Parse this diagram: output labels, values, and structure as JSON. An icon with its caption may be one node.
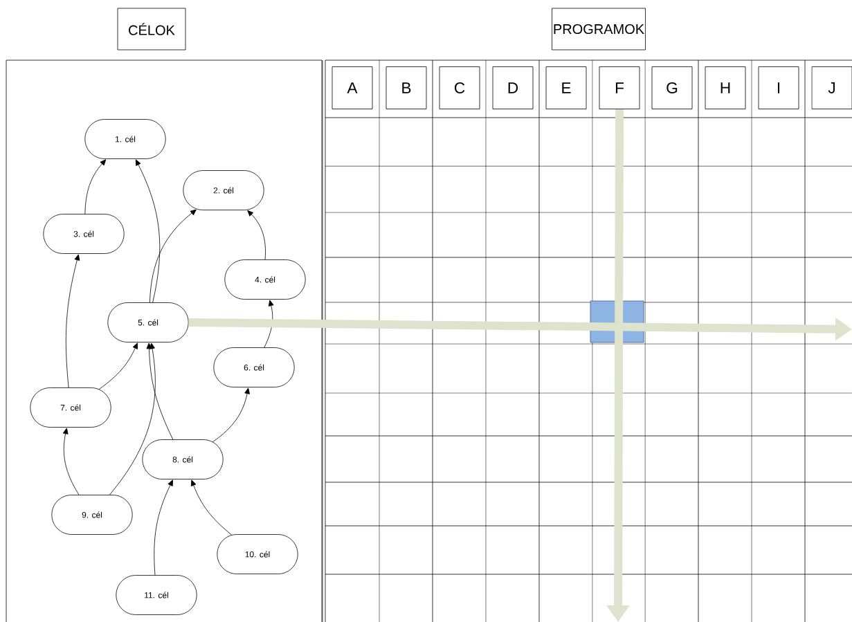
{
  "diagram": {
    "nodes": [
      {
        "text": [
          "CÉLOK"
        ]
      },
      {
        "text": [
          "PROGRAMOK"
        ]
      },
      {
        "text": [
          "1. cél"
        ]
      },
      {
        "text": [
          "2. cél"
        ]
      },
      {
        "text": [
          "3. cél"
        ]
      },
      {
        "text": [
          "4. cél"
        ]
      },
      {
        "text": [
          "5. cél"
        ]
      },
      {
        "text": [
          "6. cél"
        ]
      },
      {
        "text": [
          "7. cél"
        ]
      },
      {
        "text": [
          "8. cél"
        ]
      },
      {
        "text": [
          "9. cél"
        ]
      },
      {
        "text": [
          "10. cél"
        ]
      },
      {
        "text": [
          "11. cél"
        ]
      },
      {
        "text": [
          "A"
        ]
      },
      {
        "text": [
          "B"
        ]
      },
      {
        "text": [
          "C"
        ]
      },
      {
        "text": [
          "D"
        ]
      },
      {
        "text": [
          "E"
        ]
      },
      {
        "text": [
          "F"
        ]
      },
      {
        "text": [
          "G"
        ]
      },
      {
        "text": [
          "H"
        ]
      },
      {
        "text": [
          "I"
        ]
      },
      {
        "text": [
          "J"
        ]
      }
    ],
    "edges": [
      {
        "from": 4,
        "to": 2,
        "arrow": "to"
      },
      {
        "from": 6,
        "to": 2,
        "arrow": "to"
      },
      {
        "from": 6,
        "to": 3,
        "arrow": "to"
      },
      {
        "from": 5,
        "to": 3,
        "arrow": "to"
      },
      {
        "from": 7,
        "to": 5,
        "arrow": "to"
      },
      {
        "from": 8,
        "to": 4,
        "arrow": "to"
      },
      {
        "from": 8,
        "to": 6,
        "arrow": "to"
      },
      {
        "from": 10,
        "to": 6,
        "arrow": "to"
      },
      {
        "from": 9,
        "to": 6,
        "arrow": "to"
      },
      {
        "from": 9,
        "to": 7,
        "arrow": "to"
      },
      {
        "from": 10,
        "to": 8,
        "arrow": "to"
      },
      {
        "from": 12,
        "to": 9,
        "arrow": "to"
      },
      {
        "from": 11,
        "to": 9,
        "arrow": "to"
      },
      {
        "from": 6,
        "to": null,
        "arrow": "to",
        "style": "thick",
        "color": "#dde3cd"
      },
      {
        "from": 18,
        "to": null,
        "arrow": "to",
        "style": "thick",
        "color": "#dde3cd"
      }
    ]
  }
}
